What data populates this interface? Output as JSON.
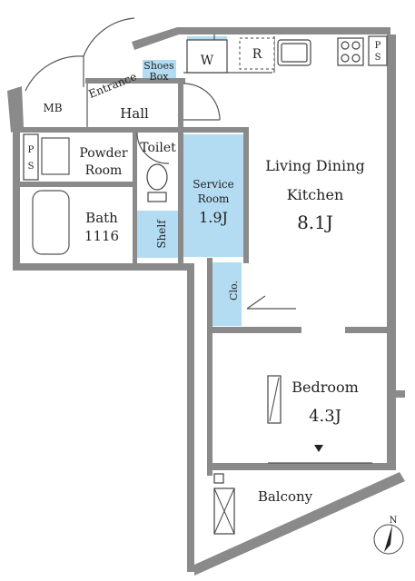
{
  "floorplan": {
    "rooms": {
      "living": {
        "name_line1": "Living Dining",
        "name_line2": "Kitchen",
        "area": "8.1J"
      },
      "service": {
        "name_line1": "Service",
        "name_line2": "Room",
        "area": "1.9J"
      },
      "bedroom": {
        "name": "Bedroom",
        "area": "4.3J"
      },
      "bath": {
        "name": "Bath",
        "size": "1116"
      },
      "powder": {
        "name_line1": "Powder",
        "name_line2": "Room"
      },
      "toilet": {
        "name": "Toilet"
      },
      "hall": {
        "name": "Hall"
      },
      "entrance": {
        "name": "Entrance"
      },
      "balcony": {
        "name": "Balcony"
      }
    },
    "fixtures": {
      "shoes_box_line1": "Shoes",
      "shoes_box_line2": "Box",
      "washer": "W",
      "refrigerator": "R",
      "pipe_space_left_1": "P",
      "pipe_space_left_2": "S",
      "pipe_space_right_1": "P",
      "pipe_space_right_2": "S",
      "meter_box": "MB",
      "shelf": "Shelf",
      "closet": "Clo."
    },
    "compass": {
      "label": "N"
    },
    "colors": {
      "highlight": "#b3dcf2",
      "wall": "#8a8a8a"
    }
  }
}
